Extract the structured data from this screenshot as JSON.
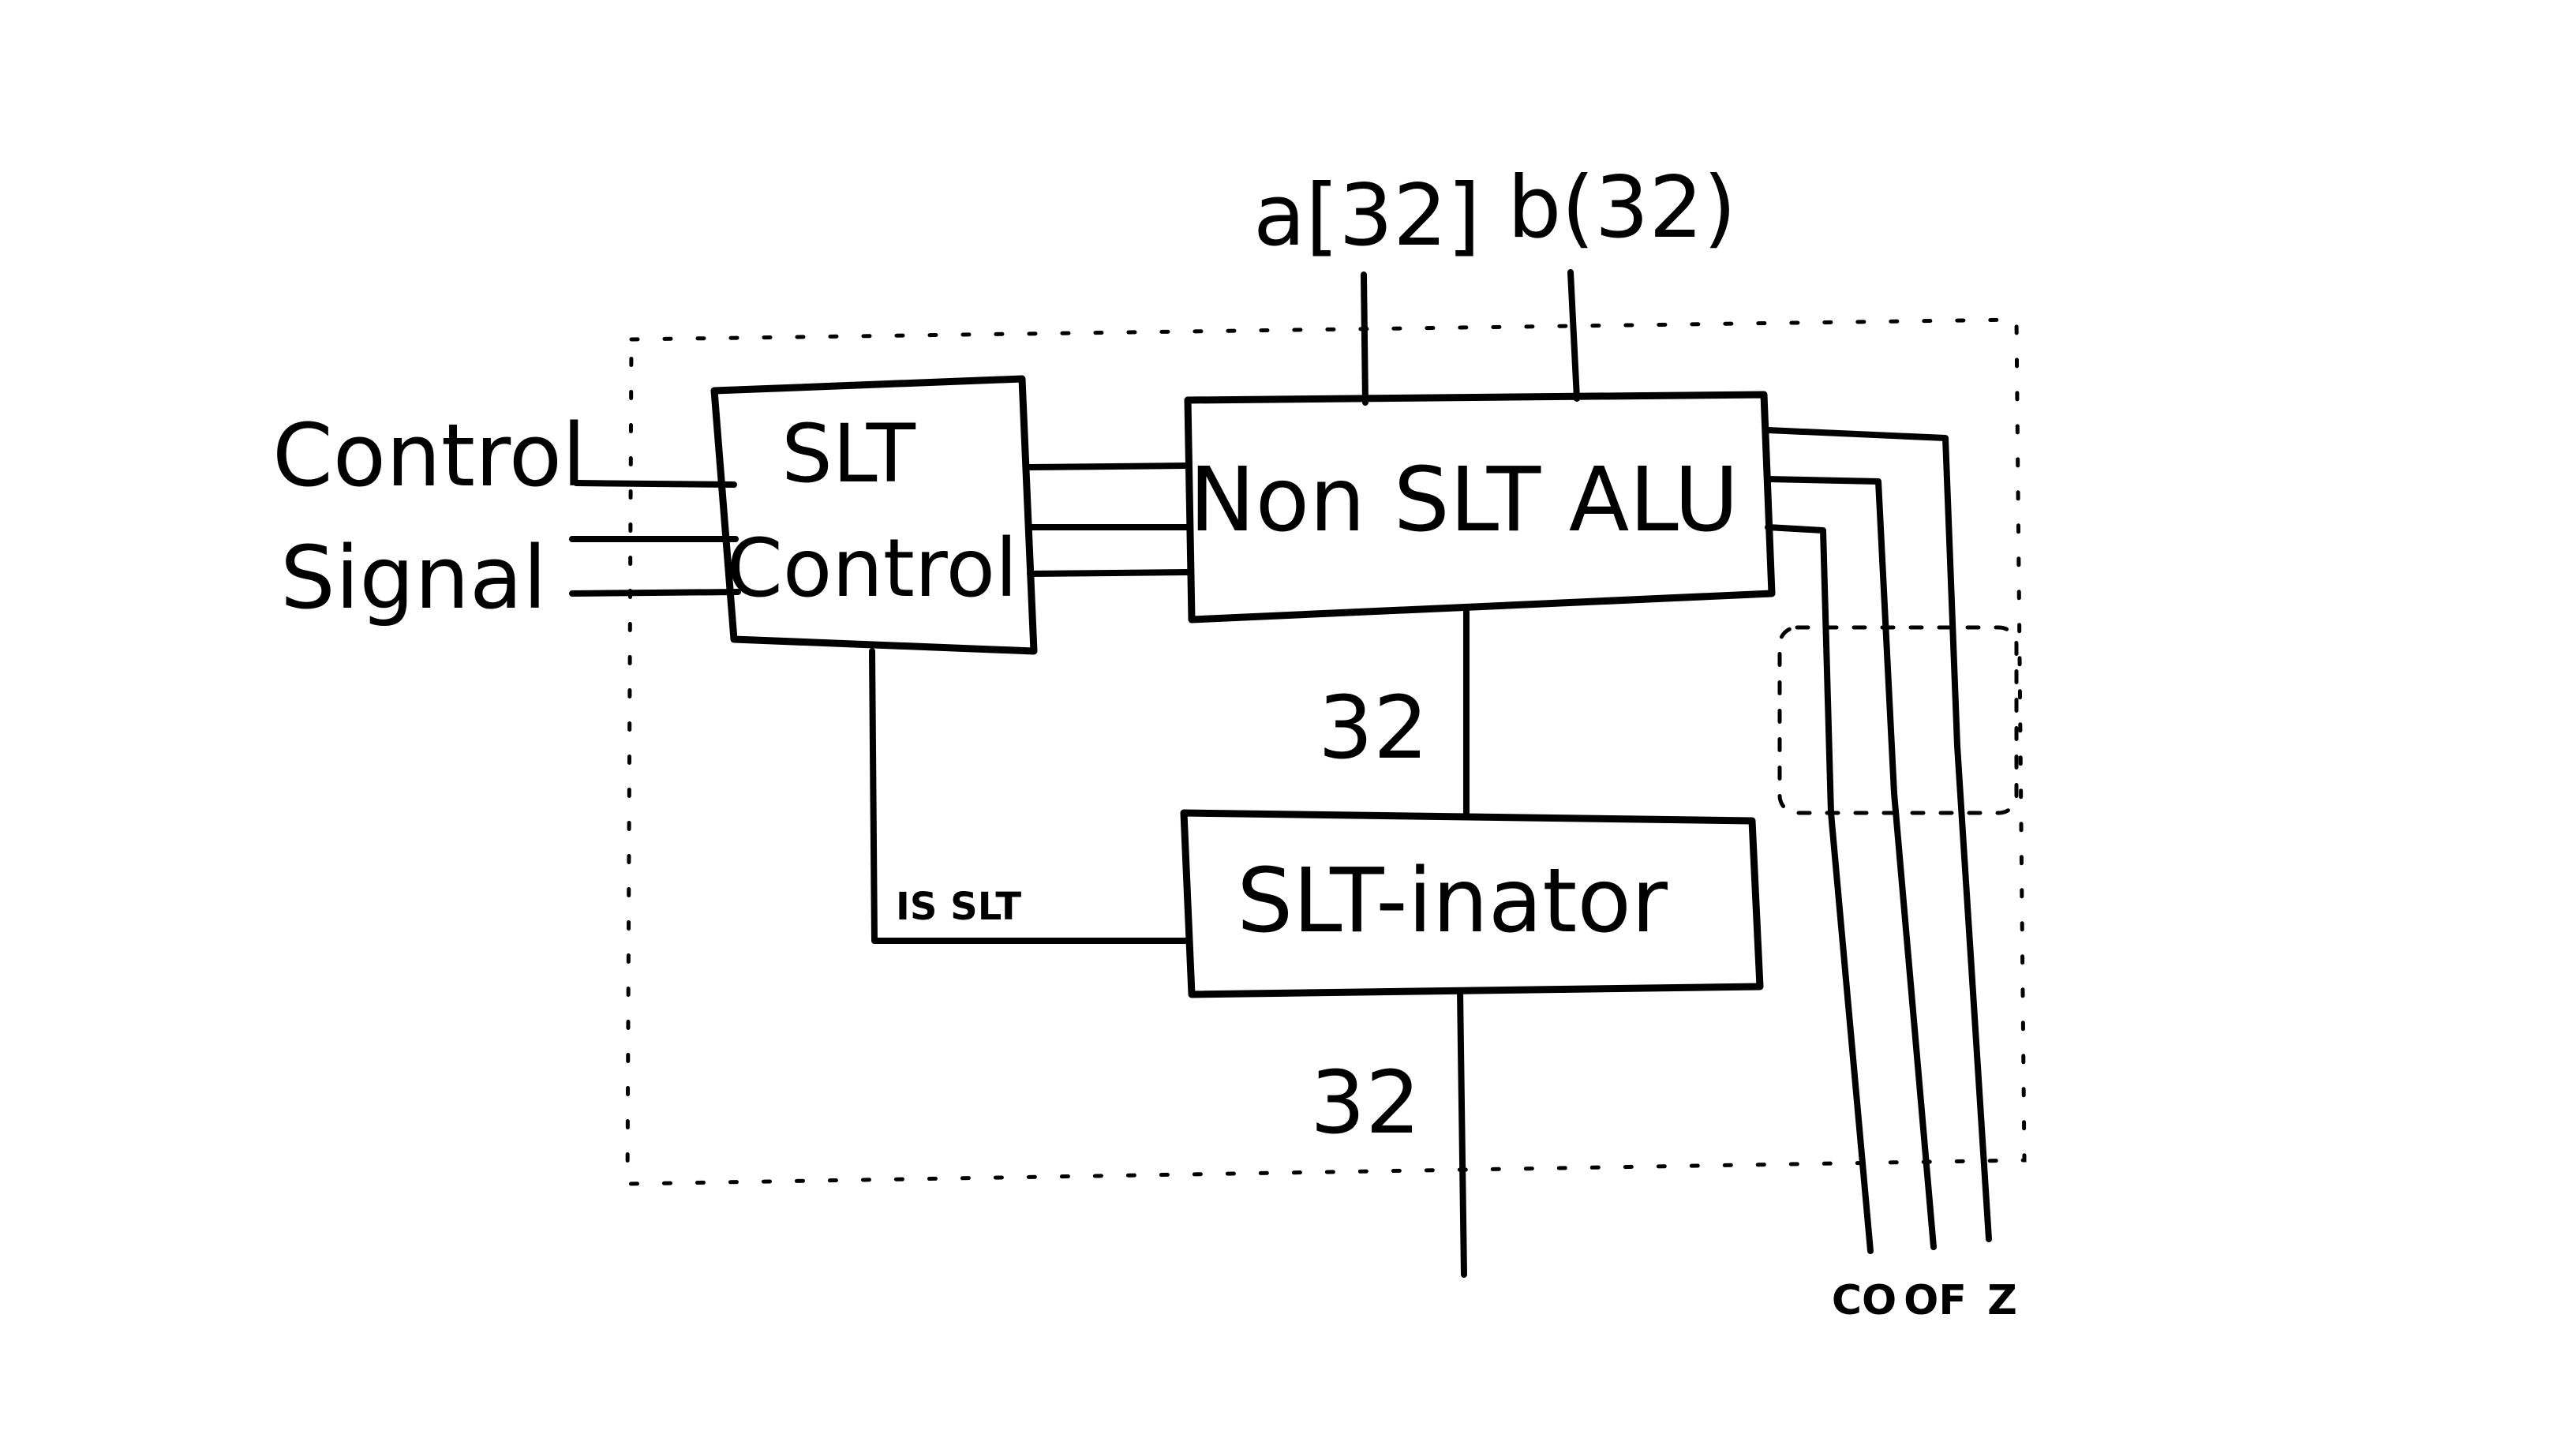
{
  "diagram": {
    "inputs": {
      "a": "a[32]",
      "b": "b(32)",
      "control_line1": "Control",
      "control_line2": "Signal"
    },
    "blocks": {
      "slt_control_line1": "SLT",
      "slt_control_line2": "Control",
      "non_slt_alu": "Non SLT ALU",
      "slt_inator": "SLT-inator"
    },
    "wire_labels": {
      "alu_to_inator_width": "32",
      "output_width": "32",
      "is_slt": "IS SLT"
    },
    "outputs": {
      "co": "CO",
      "of": "OF",
      "z": "Z"
    },
    "colors": {
      "ink": "#000000",
      "background": "#ffffff"
    }
  }
}
